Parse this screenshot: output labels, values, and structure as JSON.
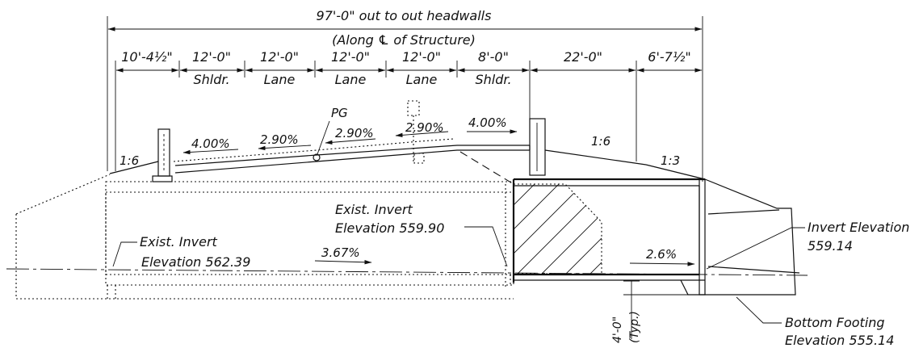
{
  "dimensions": {
    "overall": "97'-0\" out to out headwalls",
    "along": "(Along ℄ of Structure)",
    "segments": [
      {
        "value": "10'-4½\"",
        "label": ""
      },
      {
        "value": "12'-0\"",
        "label": "Shldr."
      },
      {
        "value": "12'-0\"",
        "label": "Lane"
      },
      {
        "value": "12'-0\"",
        "label": "Lane"
      },
      {
        "value": "12'-0\"",
        "label": "Lane"
      },
      {
        "value": "8'-0\"",
        "label": "Shldr."
      },
      {
        "value": "22'-0\"",
        "label": ""
      },
      {
        "value": "6'-7½\"",
        "label": ""
      }
    ]
  },
  "slopes": {
    "left_side": "1:6",
    "right_side_a": "1:6",
    "right_side_b": "1:3",
    "cross_1": "4.00%",
    "cross_2": "2.90%",
    "cross_3": "2.90%",
    "cross_4": "2.90%",
    "cross_5": "4.00%",
    "pipe_existing": "3.67%",
    "pipe_new": "2.6%"
  },
  "labels": {
    "pg": "PG",
    "exist_invert_1_line1": "Exist. Invert",
    "exist_invert_1_line2": "Elevation 562.39",
    "exist_invert_2_line1": "Exist. Invert",
    "exist_invert_2_line2": "Elevation 559.90",
    "invert_line1": "Invert Elevation",
    "invert_line2": "559.14",
    "footing_line1": "Bottom Footing",
    "footing_line2": "Elevation 555.14",
    "typ_dim": "4'-0\"",
    "typ": "(Typ.)"
  }
}
